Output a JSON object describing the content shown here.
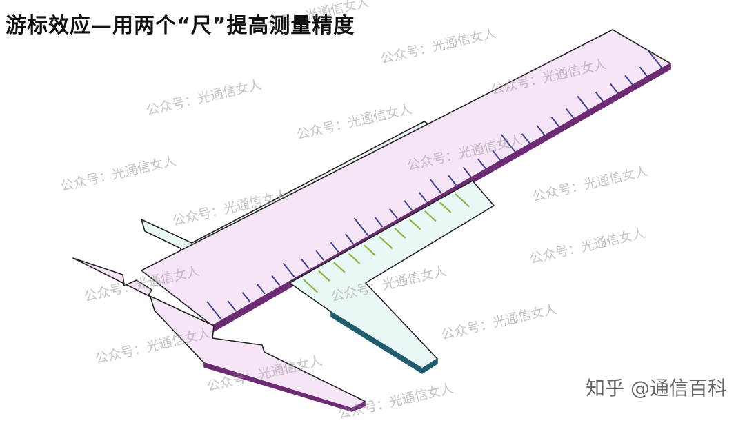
{
  "title": "游标效应—用两个“尺”提高测量精度",
  "watermark_text": "公众号：光通信女人",
  "footer_credit": "知乎 @通信百科",
  "colors": {
    "main_scale_fill": "#f6e4f7",
    "main_scale_edge": "#6d2b73",
    "vernier_fill": "#eaf7f7",
    "vernier_edge": "#1e5c6e",
    "main_tick": "#3a3f8f",
    "vernier_tick": "#8fb33c",
    "outline": "#222222"
  },
  "main_scale_divisions": 30,
  "vernier_divisions": 10
}
